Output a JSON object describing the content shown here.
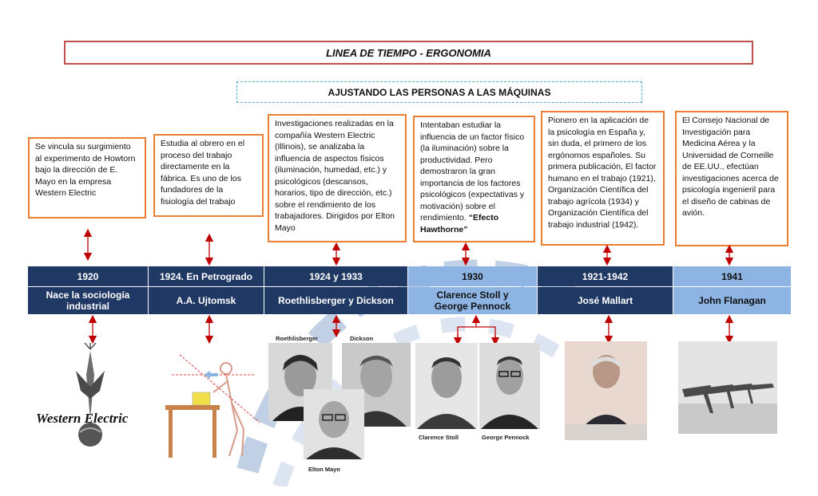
{
  "title": "LINEA DE TIEMPO - ERGONOMIA",
  "subtitle": "AJUSTANDO LAS PERSONAS A LAS MÁQUINAS",
  "colors": {
    "accent_red": "#c0504d",
    "orange_border": "#ed7d31",
    "dark_blue": "#1f3864",
    "light_blue": "#8eb4e3",
    "dashed_teal": "#4bacc6"
  },
  "events": [
    {
      "year": "1920",
      "label": "Nace la sociología industrial",
      "description": "Se vincula su surgimiento al experimento de Howtorn bajo la dirección de E. Mayo en la empresa Western Electric"
    },
    {
      "year": "1924. En Petrogrado",
      "label": "A.A. Ujtomsk",
      "description": "Estudia al obrero en el proceso del trabajo directamente en la fábrica. Es uno de los fundadores de la fisiología del trabajo"
    },
    {
      "year": "1924 y 1933",
      "label": "Roethlisberger y Dickson",
      "description": "Investigaciones realizadas en la compañía Western Electric (Illinois), se analizaba la influencia de aspectos físicos (iluminación, humedad, etc.) y psicológicos (descansos, horarios, tipo de dirección, etc.) sobre el rendimiento de los trabajadores. Dirigidos por Elton Mayo"
    },
    {
      "year": "1930",
      "label": "Clarence Stoll y George Pennock",
      "description": "Intentaban estudiar la influencia de un factor físico (la iluminación) sobre la productividad. Pero demostraron la gran importancia de los factores psicológicos (expectativas y motivación) sobre el rendimiento.",
      "description_bold": "“Efecto Hawthorne”"
    },
    {
      "year": "1921-1942",
      "label": "José Mallart",
      "description": "Pionero en la aplicación de la psicología en España y, sin duda, el primero de los ergónomos españoles. Su primera publicación, El factor humano en el trabajo (1921), Organización Científica del trabajo agrícola (1934) y Organización Científica del trabajo industrial (1942)."
    },
    {
      "year": "1941",
      "label": "John Flanagan",
      "description": "El Consejo Nacional de Investigación para Medicina Aérea y la Universidad de Corneille de EE.UU., efectúan investigaciones acerca de psicología ingenieril para el diseño de cabinas de avión."
    }
  ],
  "images": {
    "logo_text": "Western Electric",
    "captions": {
      "roethlisberger": "Roethlisberger",
      "dickson": "Dickson",
      "elton_mayo": "Elton Mayo",
      "clarence_stoll": "Clarence Stoll",
      "george_pennock": "George Pennock"
    }
  }
}
